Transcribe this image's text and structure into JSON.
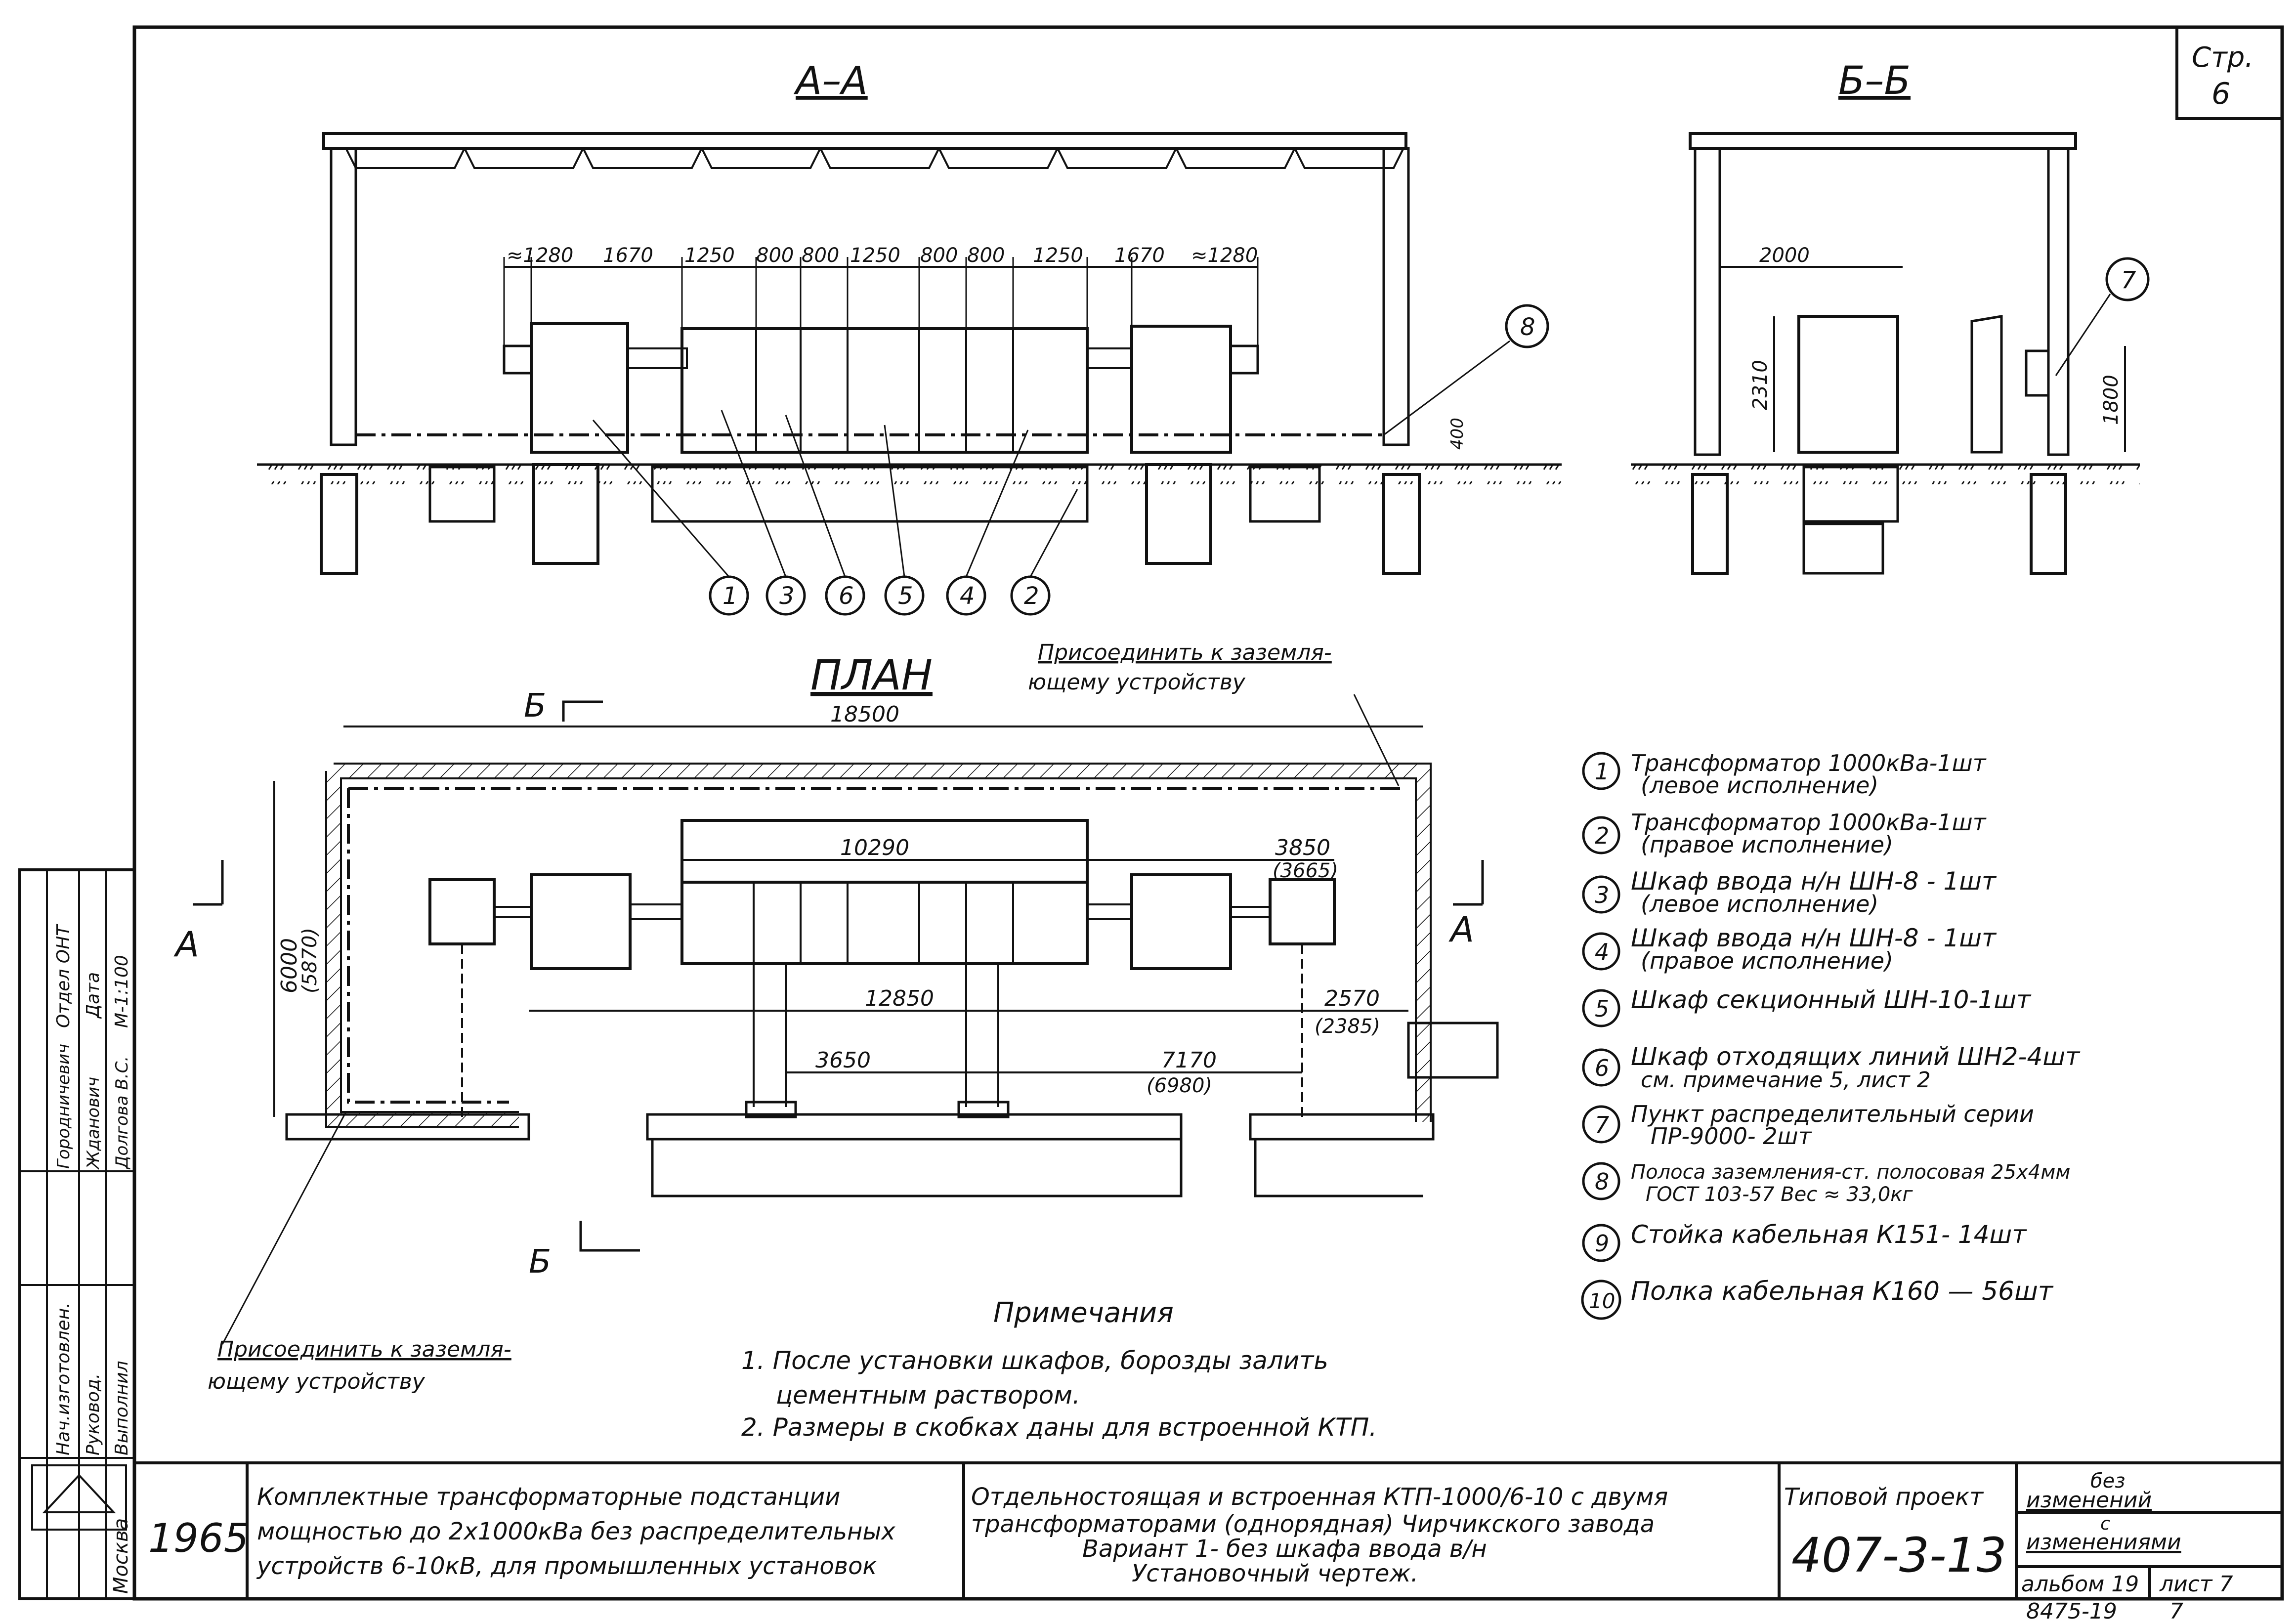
{
  "sheet": {
    "page_label": "Стр.",
    "page_num": "6"
  },
  "sections": {
    "aa_title": "А–А",
    "bb_title": "Б–Б",
    "plan_title": "ПЛАН"
  },
  "section_aa": {
    "dims": [
      "≈1280",
      "1670",
      "1250",
      "800",
      "800",
      "1250",
      "800",
      "800",
      "1250",
      "1670",
      "≈1280"
    ],
    "dim_400": "400",
    "callouts": [
      "1",
      "3",
      "6",
      "5",
      "4",
      "2",
      "8"
    ]
  },
  "section_bb": {
    "dim_2000": "2000",
    "dim_2310": "2310",
    "dim_1800": "1800",
    "callout_7": "7"
  },
  "plan": {
    "label_b_top": "Б",
    "label_b_bottom": "Б",
    "label_a_left": "А",
    "label_a_right": "А",
    "dim_18500": "18500",
    "dim_6000": "6000",
    "dim_5870": "(5870)",
    "dim_10290": "10290",
    "dim_3850": "3850",
    "dim_3665": "(3665)",
    "dim_12850": "12850",
    "dim_2570": "2570",
    "dim_2385": "(2385)",
    "dim_3650": "3650",
    "dim_7170": "7170",
    "dim_6980": "(6980)",
    "note_ground_top_1": "Присоединить к заземля-",
    "note_ground_top_2": "ющему устройству",
    "note_ground_left_1": "Присоединить к заземля-",
    "note_ground_left_2": "ющему устройству"
  },
  "legend": [
    {
      "num": "1",
      "line1": "Трансформатор 1000кВа-1шт",
      "line2": "(левое исполнение)"
    },
    {
      "num": "2",
      "line1": "Трансформатор 1000кВа-1шт",
      "line2": "(правое исполнение)"
    },
    {
      "num": "3",
      "line1": "Шкаф ввода н/н ШН-8 - 1шт",
      "line2": "(левое исполнение)"
    },
    {
      "num": "4",
      "line1": "Шкаф ввода н/н ШН-8 - 1шт",
      "line2": "(правое исполнение)"
    },
    {
      "num": "5",
      "line1": "Шкаф секционный ШН-10-1шт",
      "line2": ""
    },
    {
      "num": "6",
      "line1": "Шкаф отходящих линий ШН2-4шт",
      "line2": "см. примечание 5, лист 2"
    },
    {
      "num": "7",
      "line1": "Пункт распределительный серии",
      "line2": "ПР-9000- 2шт"
    },
    {
      "num": "8",
      "line1": "Полоса заземления-ст. полосовая 25х4мм",
      "line2": "ГОСТ 103-57      Вес ≈ 33,0кг"
    },
    {
      "num": "9",
      "line1": "Стойка кабельная К151- 14шт",
      "line2": ""
    },
    {
      "num": "10",
      "line1": "Полка кабельная К160  — 56шт",
      "line2": ""
    }
  ],
  "notes": {
    "title": "Примечания",
    "n1a": "1. После установки шкафов, борозды залить",
    "n1b": "цементным раствором.",
    "n2": "2. Размеры в скобках даны для встроенной КТП."
  },
  "signatures": {
    "role1": "Нач.изготовлен.",
    "role2": "Руковод.",
    "role3": "Выполнил",
    "dept": "Отдел ОНТ",
    "name1": "Городничевич",
    "name2": "Жданович",
    "name3": "Долгова В.С.",
    "col_date": "Дата",
    "scale": "М-1:100"
  },
  "title_block": {
    "city": "Москва",
    "year": "1965",
    "desc1": "Комплектные трансформаторные подстанции",
    "desc2": "мощностью до 2х1000кВа без распределительных",
    "desc3": "устройств 6-10кВ, для промышленных установок",
    "title1": "Отдельностоящая и встроенная КТП-1000/6-10 с двумя",
    "title2": "трансформаторами (однорядная) Чирчикского завода",
    "title3": "Вариант 1- без шкафа ввода в/н",
    "title4": "Установочный чертеж.",
    "proj_label": "Типовой проект",
    "proj_num": "407-3-13",
    "rev1": "без",
    "rev2": "изменений",
    "rev3": "с",
    "rev4": "изменениями",
    "album": "альбом 19",
    "sheet": "лист 7",
    "footer": "8475-19",
    "footer2": "7"
  }
}
